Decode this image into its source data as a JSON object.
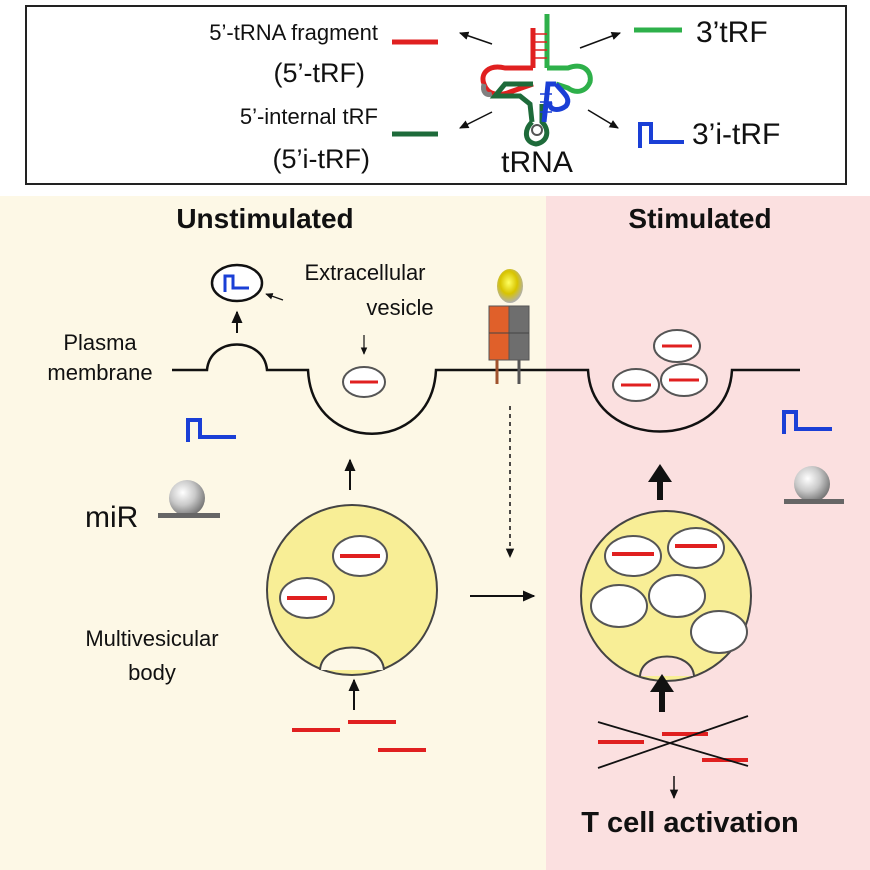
{
  "legend": {
    "five_trf_label": "5’-tRNA fragment",
    "five_trf_abbr": "(5’-tRF)",
    "five_itrf_label": "5’-internal tRF",
    "five_itrf_abbr": "(5’i-tRF)",
    "three_trf_label": "3’tRF",
    "three_itrf_label": "3’i-tRF",
    "trna_label": "tRNA"
  },
  "panels": {
    "unstimulated_title": "Unstimulated",
    "stimulated_title": "Stimulated"
  },
  "labels": {
    "extracellular_vesicle_line1": "Extracellular",
    "extracellular_vesicle_line2": "vesicle",
    "plasma_membrane_line1": "Plasma",
    "plasma_membrane_line2": "membrane",
    "mir": "miR",
    "mvb_line1": "Multivesicular",
    "mvb_line2": "body",
    "t_cell_activation": "T cell activation"
  },
  "colors": {
    "five_trf": "#e02020",
    "five_itrf": "#1e6b3a",
    "three_trf": "#2eb04a",
    "three_itrf": "#1a3fd6",
    "unstimulated_bg": "#fdf8e6",
    "stimulated_bg": "#fbe0e0",
    "mvb_fill": "#f8ee96",
    "receptor_left": "#e0602a",
    "receptor_right": "#6e6e6e",
    "ligand": "#e0c800"
  },
  "icons": [
    "3i-trf-glyph",
    "mir-sphere-icon",
    "receptor-icon",
    "arrow-icon"
  ]
}
